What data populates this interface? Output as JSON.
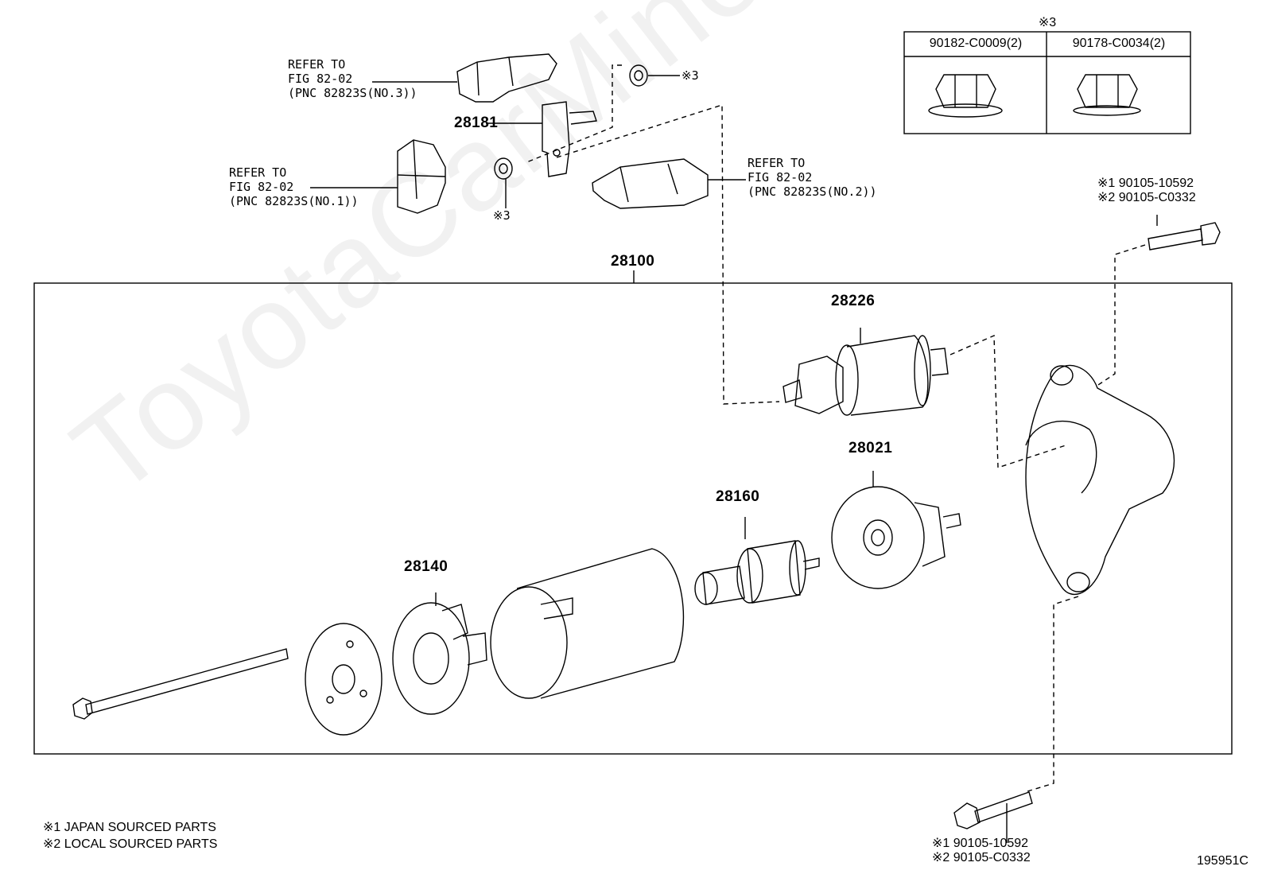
{
  "watermark": "ToyotaCarMine.ru",
  "figure_code": "195951C",
  "fastener_table": {
    "header_mark": "※3",
    "columns": [
      "90182-C0009(2)",
      "90178-C0034(2)"
    ]
  },
  "references": [
    {
      "line1": "REFER TO",
      "line2": "FIG 82-02",
      "line3": "(PNC 82823S(NO.3))"
    },
    {
      "line1": "REFER TO",
      "line2": "FIG 82-02",
      "line3": "(PNC 82823S(NO.1))"
    },
    {
      "line1": "REFER TO",
      "line2": "FIG 82-02",
      "line3": "(PNC 82823S(NO.2))"
    }
  ],
  "part_numbers": {
    "assembly": "28100",
    "bracket": "28181",
    "solenoid": "28226",
    "brush_holder": "28021",
    "armature": "28160",
    "end_frame": "28140"
  },
  "small_marks": {
    "nut_top": "※3",
    "nut_bottom": "※3"
  },
  "bolt_top": {
    "line1": "※1 90105-10592",
    "line2": "※2 90105-C0332"
  },
  "bolt_bottom": {
    "line1": "※1 90105-10592",
    "line2": "※2 90105-C0332"
  },
  "legend": [
    "※1 JAPAN SOURCED PARTS",
    "※2 LOCAL SOURCED PARTS"
  ]
}
